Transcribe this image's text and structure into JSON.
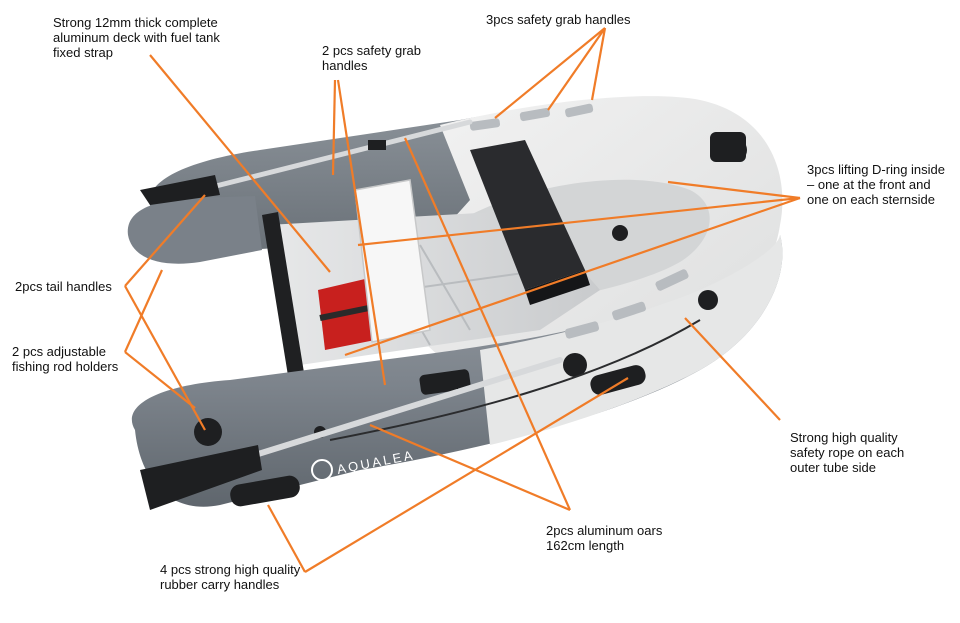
{
  "brand": "AQUALEA",
  "colors": {
    "leader_line": "#f07c28",
    "tube_gray": "#7e858d",
    "tube_light": "#e9eaea",
    "deck": "#d6d8d9",
    "accent_red": "#c8201e",
    "hardware_black": "#1e1f21"
  },
  "callouts": {
    "deck": "Strong 12mm thick complete\naluminum deck with fuel tank\nfixed strap",
    "grab_two": "2 pcs safety grab\nhandles",
    "grab_three": "3pcs safety grab handles",
    "d_ring": "3pcs lifting D-ring inside\n– one at the front and\none on each sternside",
    "tail_handles": "2pcs tail handles",
    "rod_holders": "2 pcs adjustable\nfishing rod holders",
    "safety_rope": "Strong high quality\nsafety rope on each\nouter tube side",
    "oars": "2pcs aluminum oars\n162cm length",
    "carry_handles": "4 pcs strong high quality\nrubber carry handles"
  }
}
